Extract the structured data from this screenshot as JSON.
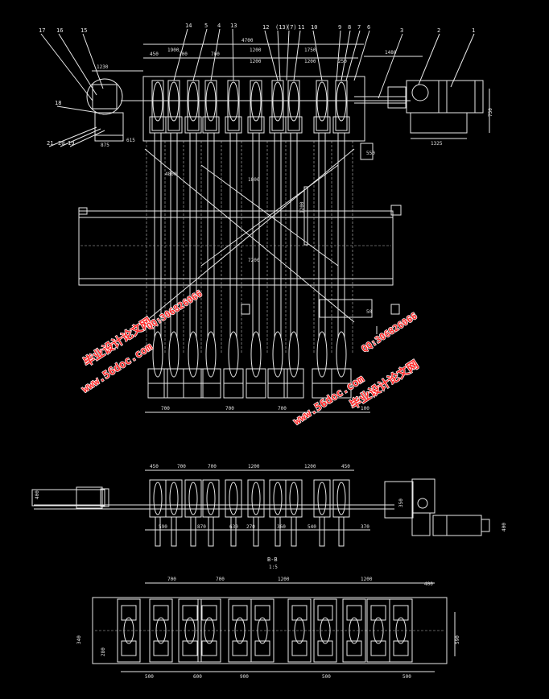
{
  "part_numbers": [
    "1",
    "2",
    "3",
    "4",
    "5",
    "6",
    "7",
    "8",
    "9",
    "10",
    "11",
    "12",
    "(13)",
    "(7)",
    "13",
    "14",
    "15",
    "16",
    "17",
    "18",
    "19",
    "20",
    "21"
  ],
  "dimensions": {
    "top_overall": "4700",
    "top_row": [
      "450",
      "700",
      "700",
      "1200",
      "1200",
      "250"
    ],
    "top_row2": [
      "1900",
      "1200",
      "1750"
    ],
    "left_1230": "1230",
    "right_1480": "1480",
    "motor_1325": "1325",
    "motor_h": "750",
    "left_875": "875",
    "left_615": "615",
    "mid_4800": "4800",
    "mid_1800": "1800",
    "mid_7200": "7200",
    "mid_1200": "1200",
    "right_550": "550",
    "right_50": "50",
    "bottom_row": [
      "700",
      "700",
      "700",
      "100"
    ],
    "plan_row": [
      "450",
      "700",
      "700",
      "1200",
      "1200",
      "450"
    ],
    "plan_bottom": [
      "590",
      "870",
      "630",
      "270",
      "360",
      "540",
      "370"
    ],
    "plan_left": "400",
    "plan_right": [
      "350",
      "400"
    ],
    "section_row": [
      "700",
      "700",
      "1200",
      "1200",
      "400"
    ],
    "section_bottom": [
      "500",
      "600",
      "900",
      "500",
      "500"
    ],
    "section_left": [
      "340",
      "280"
    ],
    "section_right": "590"
  },
  "section_label": "B-B",
  "section_scale": "1:5",
  "watermark": {
    "url": "www.56doc.com",
    "brand": "毕业设计论文网",
    "qq": "QQ:306826066"
  }
}
